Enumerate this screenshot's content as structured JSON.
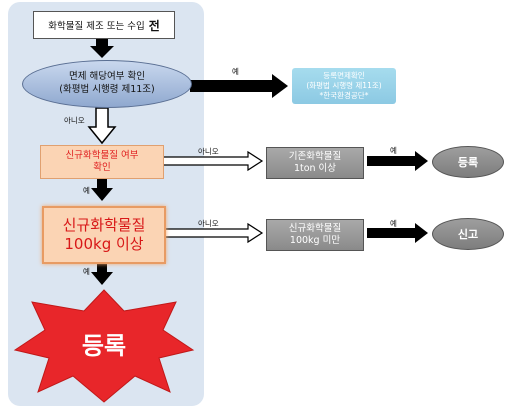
{
  "start": {
    "text": "화학물질 제조 또는 수입",
    "suffix": "전"
  },
  "exempt": {
    "line1": "면제 해당여부 확인",
    "line2": "(화평법 시행령 제11조)"
  },
  "exempt_confirm": {
    "line1": "등록면제확인",
    "line2": "(화평법 시행령 제11조)",
    "line3": "*한국환경공단*"
  },
  "new_check": {
    "line1": "신규화학물질 여부",
    "line2": "확인"
  },
  "new_100": {
    "line1": "신규화학물질",
    "line2": "100kg 이상"
  },
  "existing_box": {
    "line1": "기존화학물질",
    "line2": "1ton 이상"
  },
  "new_under_box": {
    "line1": "신규화학물질",
    "line2": "100kg 미만"
  },
  "register_small": "등록",
  "report": "신고",
  "register_big": "등록",
  "labels": {
    "yes": "예",
    "no": "아니오"
  },
  "colors": {
    "lane": "#dbe5f1",
    "red_text": "#d81818",
    "arrow": "#000000"
  }
}
